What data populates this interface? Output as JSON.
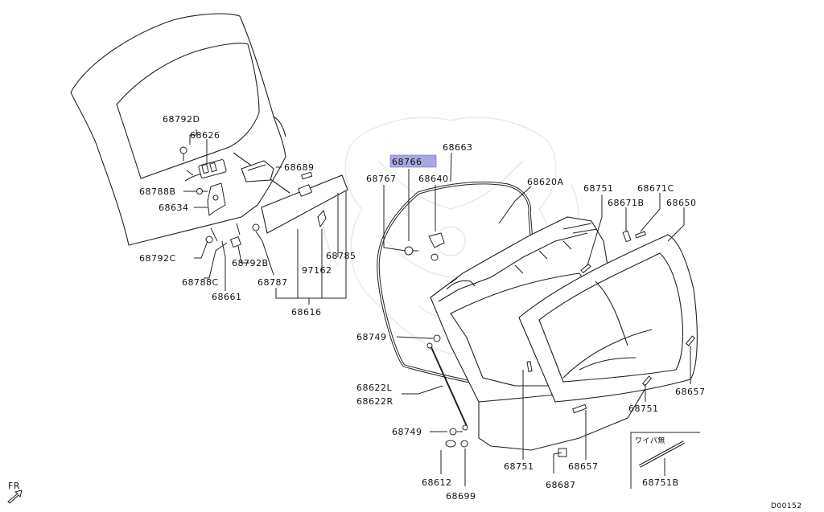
{
  "diagram": {
    "highlight_color": "#a9a9e0",
    "highlighted_part": "68766",
    "watermark": "Mitsubishi parts emblem",
    "labels": {
      "p68792D": "68792D",
      "p68626": "68626",
      "p68788B": "68788B",
      "p68634": "68634",
      "p68689": "68689",
      "p68792C": "68792C",
      "p68792B": "68792B",
      "p68788C": "68788C",
      "p68661": "68661",
      "p68787": "68787",
      "p97162": "97162",
      "p68785": "68785",
      "p68616": "68616",
      "p68766": "68766",
      "p68663": "68663",
      "p68767": "68767",
      "p68640": "68640",
      "p68620A": "68620A",
      "p68751a": "68751",
      "p68671B": "68671B",
      "p68671C": "68671C",
      "p68650": "68650",
      "p68749a": "68749",
      "p68622L": "68622L",
      "p68622R": "68622R",
      "p68749b": "68749",
      "p68612": "68612",
      "p68699": "68699",
      "p68751b": "68751",
      "p68687": "68687",
      "p68657a": "68657",
      "p68751c": "68751",
      "p68657b": "68657",
      "p68751B": "68751B",
      "wiper_note": "ワイパ無",
      "front_marker": "FR",
      "diagram_code": "D00152"
    }
  }
}
